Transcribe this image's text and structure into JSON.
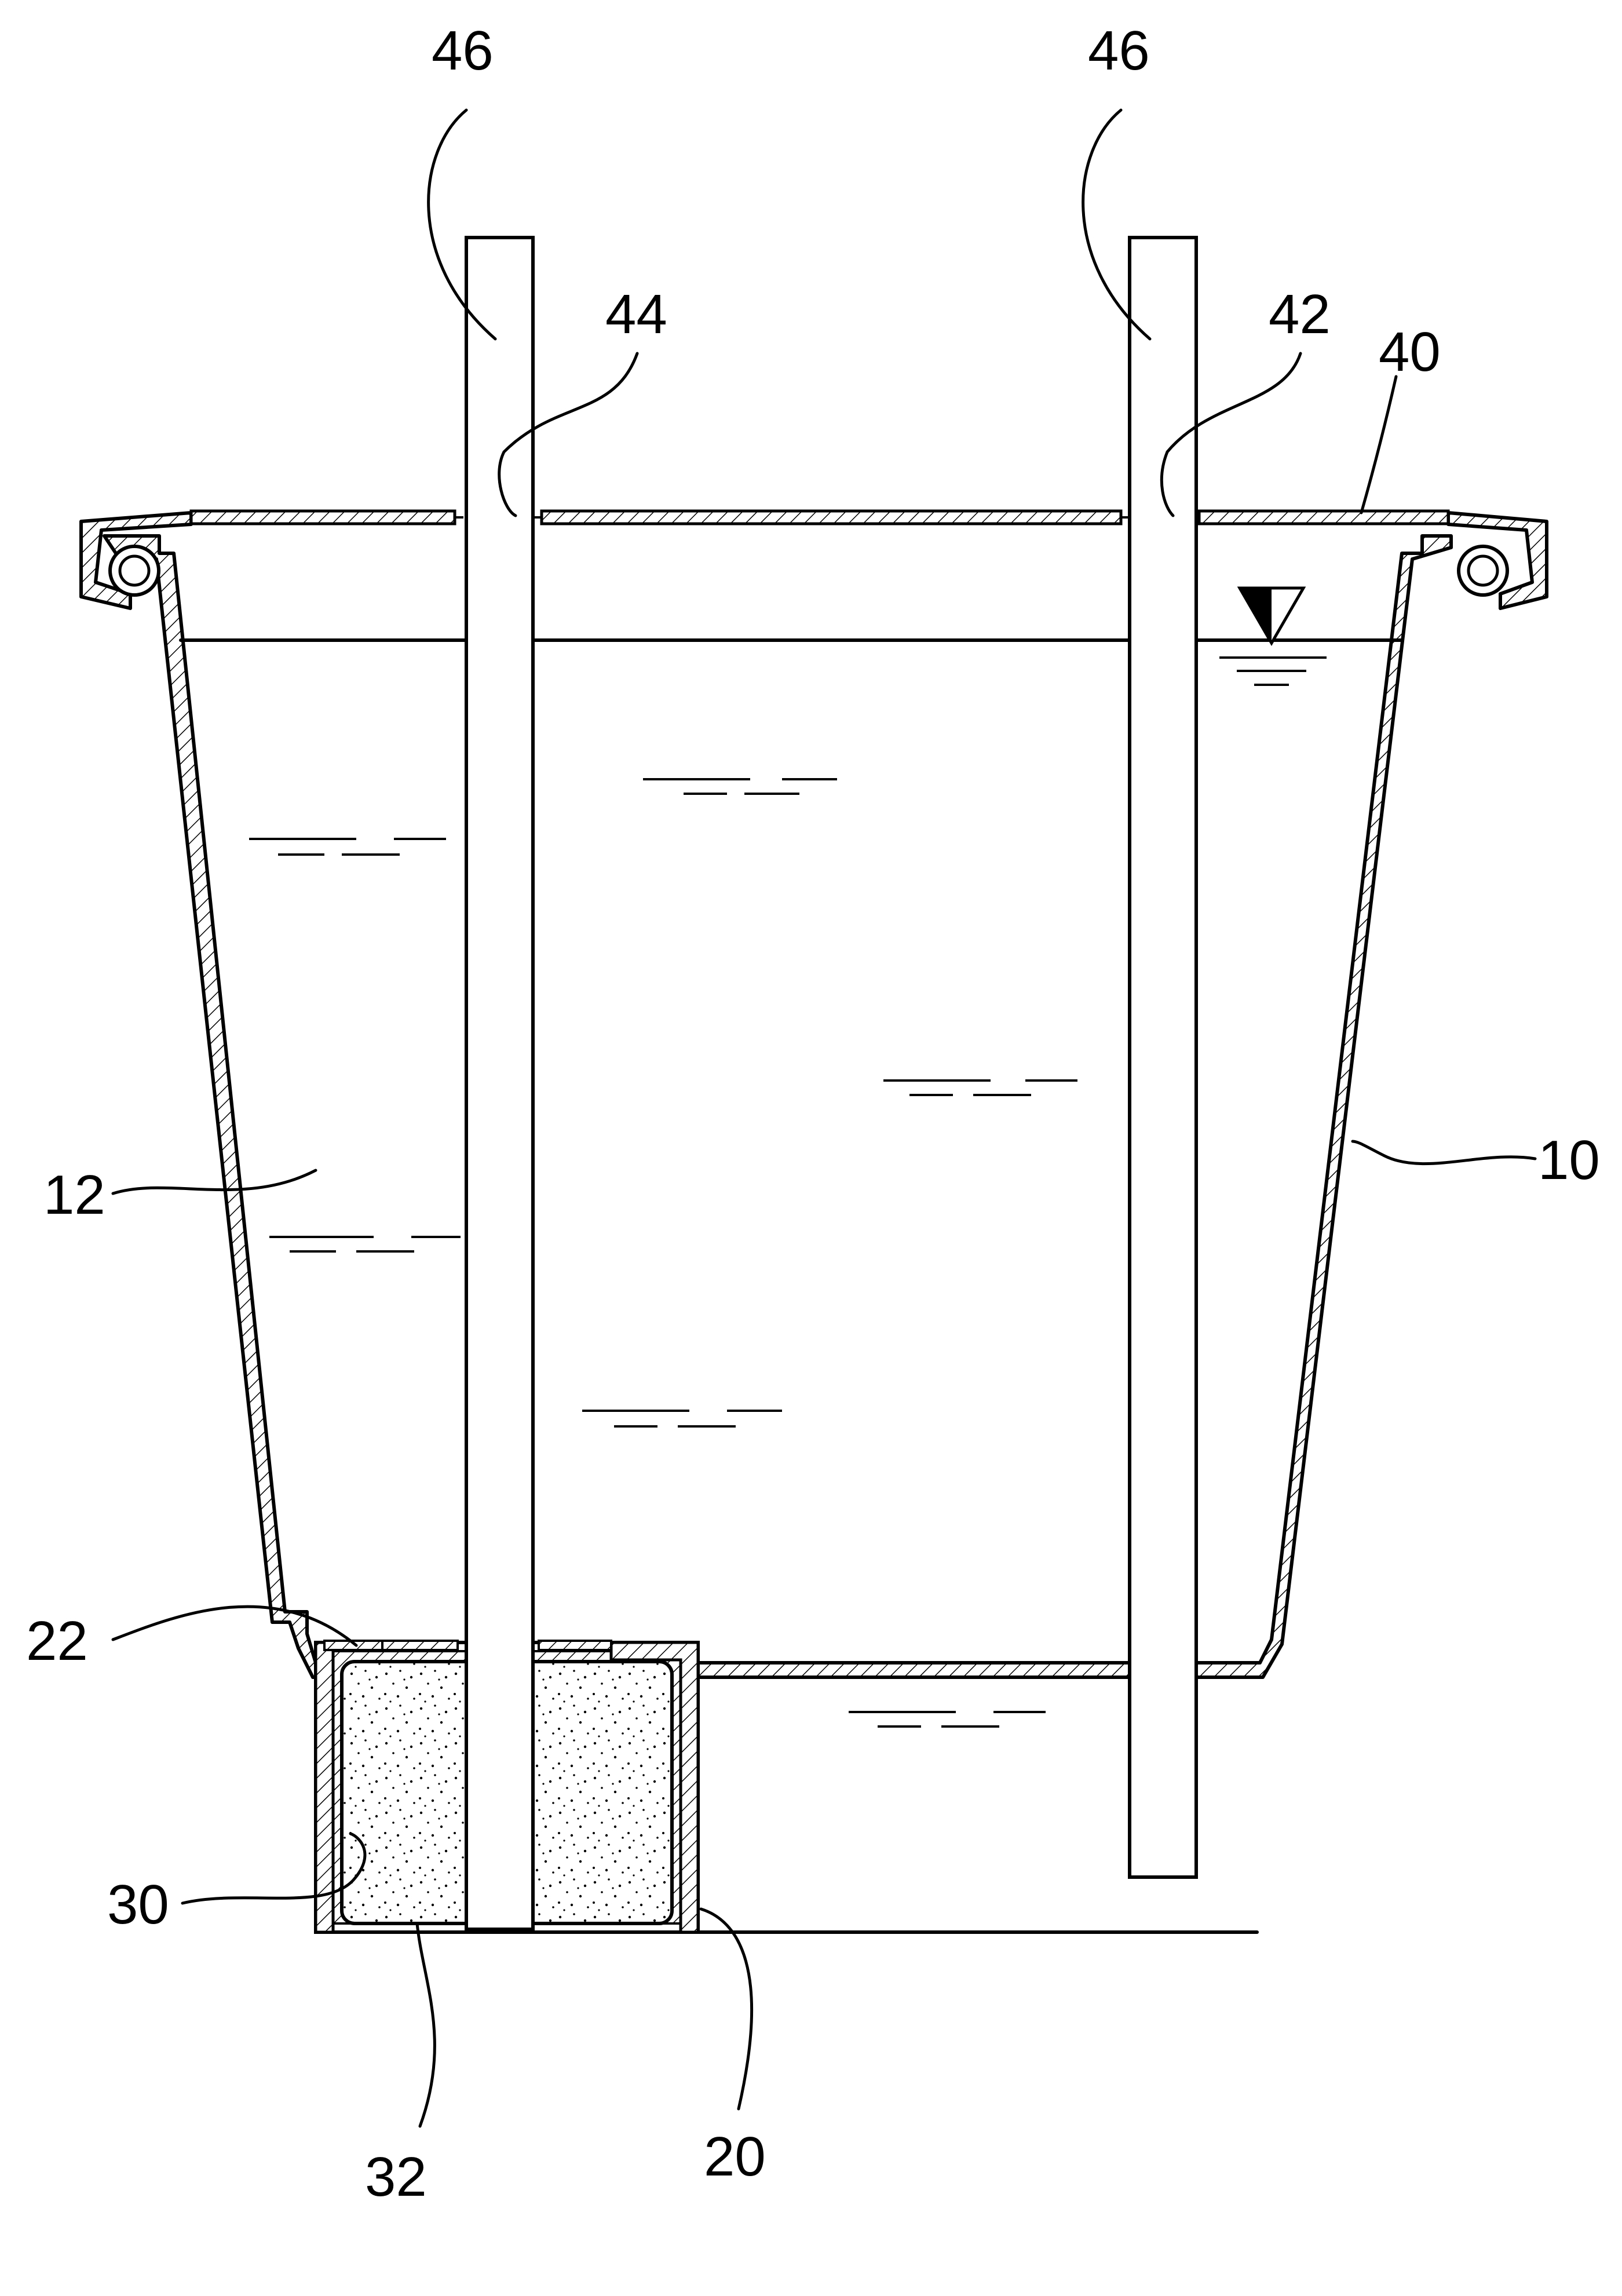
{
  "figure": {
    "labels": {
      "tube_left_top": "46",
      "tube_right_top": "46",
      "opening_left": "44",
      "opening_right": "42",
      "lid": "40",
      "container": "10",
      "liquid": "12",
      "inner_box_cover": "22",
      "filter_wall": "30",
      "filter_media": "32",
      "inner_box": "20"
    }
  }
}
